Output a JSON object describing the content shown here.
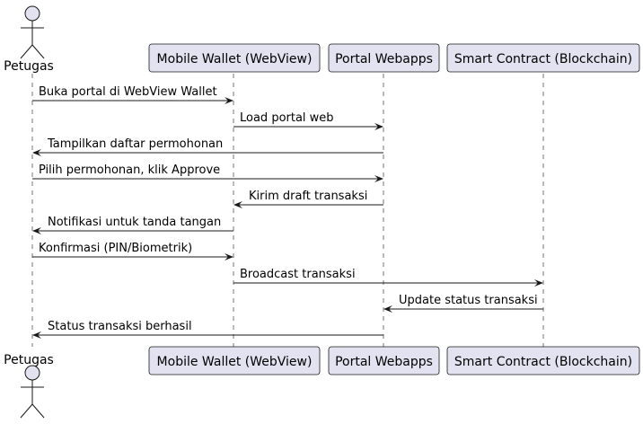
{
  "actor": {
    "name": "Petugas"
  },
  "participants": [
    {
      "id": "wallet",
      "label": "Mobile Wallet (WebView)"
    },
    {
      "id": "portal",
      "label": "Portal Webapps"
    },
    {
      "id": "contract",
      "label": "Smart Contract (Blockchain)"
    }
  ],
  "messages": [
    {
      "from": "petugas",
      "to": "wallet",
      "label": "Buka portal di WebView Wallet"
    },
    {
      "from": "wallet",
      "to": "portal",
      "label": "Load portal web"
    },
    {
      "from": "portal",
      "to": "petugas",
      "label": "Tampilkan daftar permohonan"
    },
    {
      "from": "petugas",
      "to": "portal",
      "label": "Pilih permohonan, klik Approve"
    },
    {
      "from": "portal",
      "to": "wallet",
      "label": "Kirim draft transaksi"
    },
    {
      "from": "wallet",
      "to": "petugas",
      "label": "Notifikasi untuk tanda tangan"
    },
    {
      "from": "petugas",
      "to": "wallet",
      "label": "Konfirmasi (PIN/Biometrik)"
    },
    {
      "from": "wallet",
      "to": "contract",
      "label": "Broadcast transaksi"
    },
    {
      "from": "contract",
      "to": "portal",
      "label": "Update status transaksi"
    },
    {
      "from": "portal",
      "to": "petugas",
      "label": "Status transaksi berhasil"
    }
  ]
}
